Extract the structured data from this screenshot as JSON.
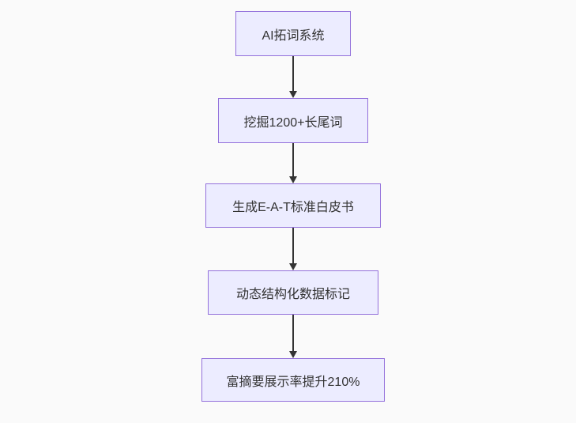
{
  "diagram": {
    "type": "flowchart",
    "direction": "top-down",
    "nodes": [
      {
        "id": "A",
        "label": "AI拓词系统"
      },
      {
        "id": "B",
        "label": "挖掘1200+长尾词"
      },
      {
        "id": "C",
        "label": "生成E-A-T标准白皮书"
      },
      {
        "id": "D",
        "label": "动态结构化数据标记"
      },
      {
        "id": "E",
        "label": "富摘要展示率提升210%"
      }
    ],
    "edges": [
      {
        "from": "A",
        "to": "B"
      },
      {
        "from": "B",
        "to": "C"
      },
      {
        "from": "C",
        "to": "D"
      },
      {
        "from": "D",
        "to": "E"
      }
    ],
    "colors": {
      "background": "#fafafa",
      "node_fill": "#ECECFF",
      "node_border": "#9370DB",
      "text": "#333333",
      "arrow": "#333333"
    }
  }
}
